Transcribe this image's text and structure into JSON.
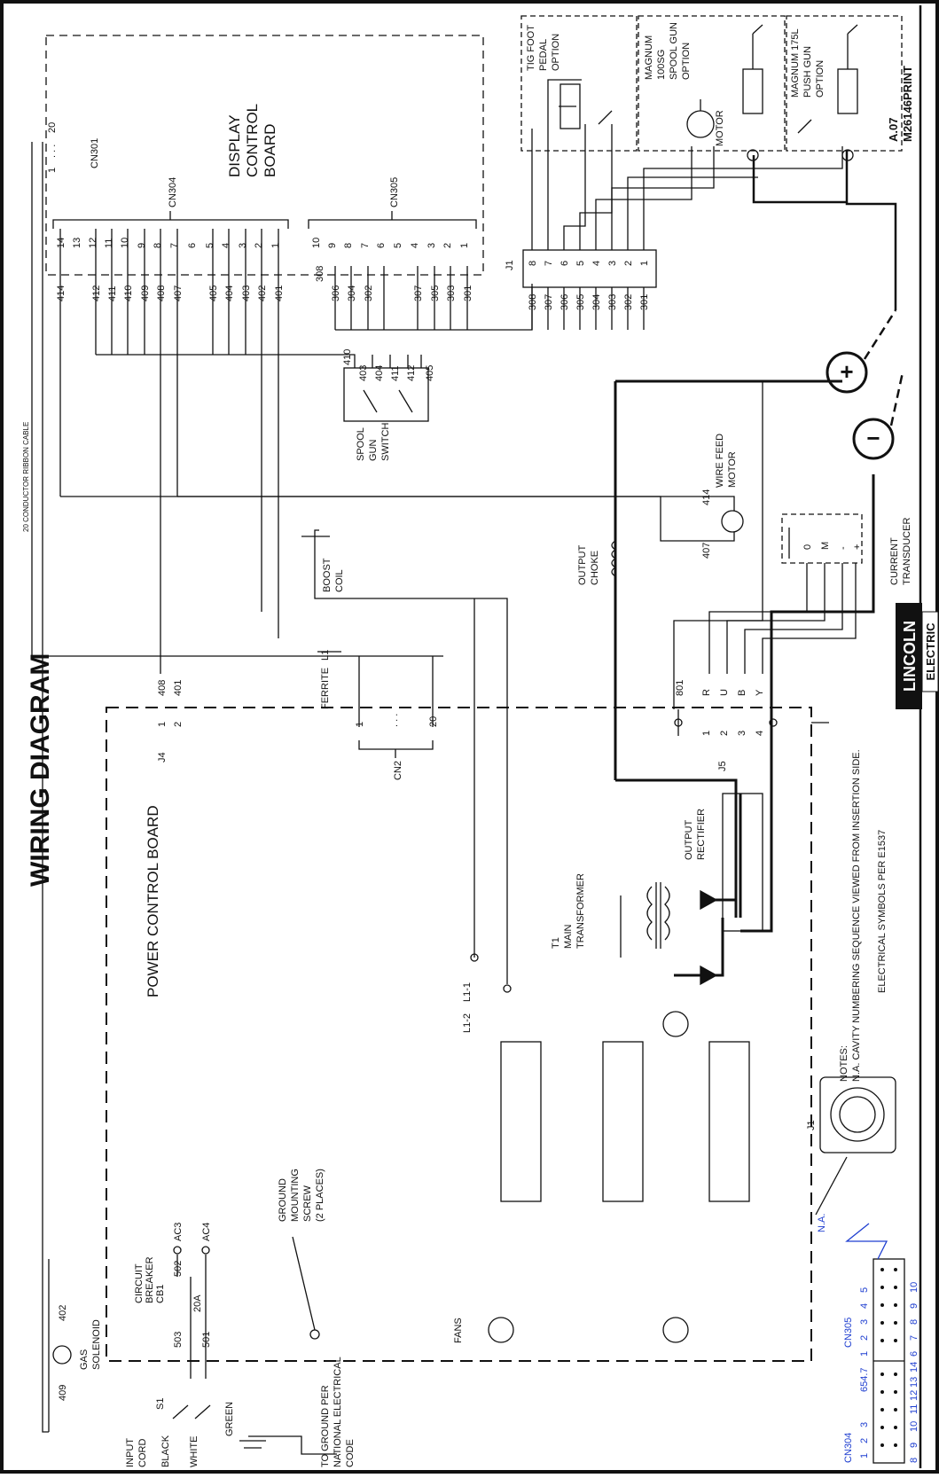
{
  "sheet": {
    "title": "WIRING DIAGRAM",
    "revision": "A.07",
    "print_number": "M26146PRINT",
    "brand": "LINCOLN",
    "brand_sub": "ELECTRIC"
  },
  "boards": {
    "display_control": [
      "DISPLAY",
      "CONTROL",
      "BOARD"
    ],
    "power_control": "POWER CONTROL BOARD"
  },
  "connectors": {
    "cn301": "CN301",
    "cn301_pins": [
      "20",
      "1",
      ". . ."
    ],
    "cn304": "CN304",
    "cn304_pins": [
      "14",
      "13",
      "12",
      "11",
      "10",
      "9",
      "8",
      "7",
      "6",
      "5",
      "4",
      "3",
      "2",
      "1"
    ],
    "cn304_wires": [
      "414",
      "412",
      "411",
      "410",
      "409",
      "408",
      "407",
      "405",
      "404",
      "403",
      "402",
      "401"
    ],
    "cn305": "CN305",
    "cn305_pins": [
      "10",
      "9",
      "8",
      "7",
      "6",
      "5",
      "4",
      "3",
      "2",
      "1"
    ],
    "cn305_wires": [
      "308",
      "306",
      "304",
      "302",
      "307",
      "305",
      "303",
      "301"
    ],
    "j1": "J1",
    "j1_pins": [
      "8",
      "7",
      "6",
      "5",
      "4",
      "3",
      "2",
      "1"
    ],
    "j1_wires": [
      "308",
      "307",
      "306",
      "305",
      "304",
      "303",
      "302",
      "301"
    ],
    "j4": "J4",
    "j4_pins": [
      "1",
      "2"
    ],
    "j4_wires": [
      "408",
      "401"
    ],
    "j5": "J5",
    "j5_pins": [
      "1",
      "2",
      "3",
      "4"
    ],
    "j5_wires": [
      "801",
      "R",
      "U",
      "B",
      "Y"
    ],
    "cn2": "CN2",
    "cn2_pins": [
      "1",
      "20",
      ". . ."
    ]
  },
  "components": {
    "tig_option": [
      "TIG FOOT",
      "PEDAL",
      "OPTION"
    ],
    "magnum_100sg": [
      "MAGNUM",
      "100SG",
      "SPOOL GUN",
      "OPTION"
    ],
    "magnum_175l": [
      "MAGNUM 175L",
      "PUSH GUN",
      "OPTION"
    ],
    "motor": "MOTOR",
    "spool_switch": [
      "SPOOL",
      "GUN",
      "SWITCH"
    ],
    "spool_switch_wires": [
      "410",
      "403",
      "404",
      "411",
      "412",
      "405"
    ],
    "ribbon_cable": "20 CONDUCTOR RIBBON CABLE",
    "wire_feed_motor": [
      "WIRE FEED",
      "MOTOR"
    ],
    "wire_feed_wires": [
      "414",
      "407"
    ],
    "output_choke": [
      "OUTPUT",
      "CHOKE"
    ],
    "boost_coil": [
      "BOOST",
      "COIL"
    ],
    "l1": "L1",
    "ferrite": "FERRITE",
    "current_transducer": [
      "CURRENT",
      "TRANSDUCER"
    ],
    "transducer_pins": [
      "0",
      "M",
      "-",
      "+"
    ],
    "output_rectifier": [
      "OUTPUT",
      "RECTIFIER"
    ],
    "main_transformer": [
      "T1",
      "MAIN",
      "TRANSFORMER"
    ],
    "l1_terminals": [
      "L1-1",
      "L1-2"
    ],
    "fans": "FANS",
    "ground_screw": [
      "GROUND",
      "MOUNTING",
      "SCREW",
      "(2 PLACES)"
    ],
    "gas_solenoid": [
      "GAS",
      "SOLENOID"
    ],
    "gas_wires": [
      "409",
      "402"
    ],
    "circuit_breaker": [
      "CIRCUIT",
      "BREAKER",
      "CB1"
    ],
    "breaker_rating": "20A",
    "breaker_wires": [
      "503",
      "502",
      "501"
    ],
    "ac_terminals": [
      "AC3",
      "AC4"
    ],
    "switch": "S1",
    "input_cord": [
      "INPUT",
      "CORD"
    ],
    "cord_colors": [
      "BLACK",
      "WHITE",
      "GREEN"
    ],
    "ground_note": [
      "TO GROUND PER",
      "NATIONAL ELECTRICAL",
      "CODE"
    ]
  },
  "notes": {
    "heading": "NOTES:",
    "line1": "N.A. CAVITY NUMBERING SEQUENCE VIEWED FROM INSERTION SIDE.",
    "line2": "ELECTRICAL SYMBOLS PER E1537"
  },
  "legend": {
    "na": "N.A.",
    "cn304": "CN304",
    "cn305": "CN305",
    "cn304_numbers": [
      "1",
      "2",
      "3",
      "654.7",
      "8",
      "9",
      "10",
      "11",
      "12",
      "13",
      "14"
    ],
    "cn305_numbers": [
      "1",
      "2",
      "3",
      "4",
      "5",
      "6",
      "7",
      "8",
      "9",
      "10"
    ],
    "j1": "J1"
  },
  "colors": {
    "ink": "#111111",
    "legend_blue": "#1f3fd0"
  }
}
